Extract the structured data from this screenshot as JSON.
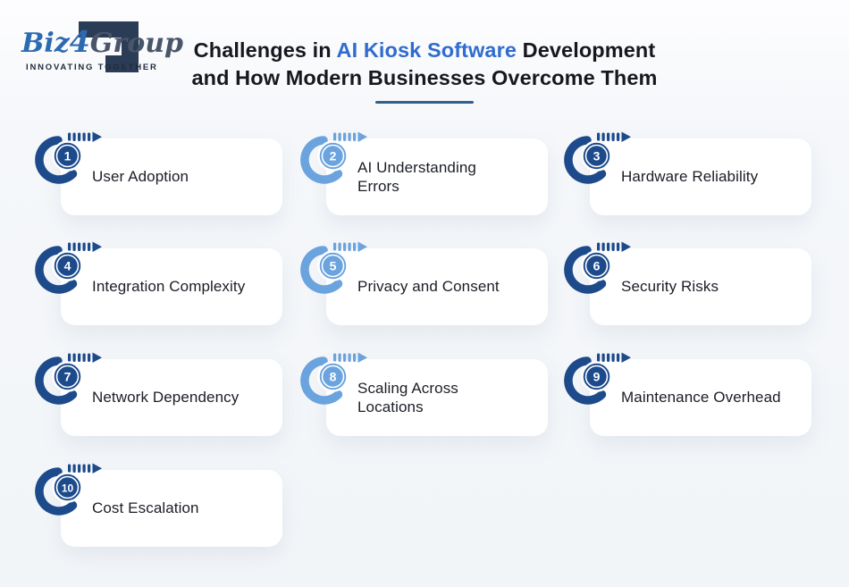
{
  "brand": {
    "name_biz": "Biz",
    "name_num": "4",
    "name_group": "Group",
    "tagline": "INNOVATING TOGETHER"
  },
  "header": {
    "title_line1_pre": "Challenges in ",
    "title_line1_highlight": "AI Kiosk Software",
    "title_line1_post": " Development",
    "title_line2": "and How Modern Businesses Overcome Them"
  },
  "colors": {
    "badge_dark": "#1c4a8b",
    "badge_light": "#6ba3de",
    "title_highlight": "#2f6cce",
    "title_text": "#17171f",
    "underline": "#30618c",
    "logo_mark": "#2b3c56",
    "card_bg": "#ffffff",
    "page_bg": "#f2f5f8"
  },
  "items": [
    {
      "num": "1",
      "label": "User Adoption",
      "variant": "dark"
    },
    {
      "num": "2",
      "label": "AI Understanding\nErrors",
      "variant": "light"
    },
    {
      "num": "3",
      "label": "Hardware Reliability",
      "variant": "dark"
    },
    {
      "num": "4",
      "label": "Integration Complexity",
      "variant": "dark"
    },
    {
      "num": "5",
      "label": "Privacy and Consent",
      "variant": "light"
    },
    {
      "num": "6",
      "label": "Security Risks",
      "variant": "dark"
    },
    {
      "num": "7",
      "label": "Network Dependency",
      "variant": "dark"
    },
    {
      "num": "8",
      "label": "Scaling Across\nLocations",
      "variant": "light"
    },
    {
      "num": "9",
      "label": "Maintenance Overhead",
      "variant": "dark"
    },
    {
      "num": "10",
      "label": "Cost Escalation",
      "variant": "dark"
    }
  ],
  "layout": {
    "col_lefts": [
      68,
      365,
      660
    ],
    "row_tops": [
      155,
      278,
      402,
      526
    ]
  }
}
